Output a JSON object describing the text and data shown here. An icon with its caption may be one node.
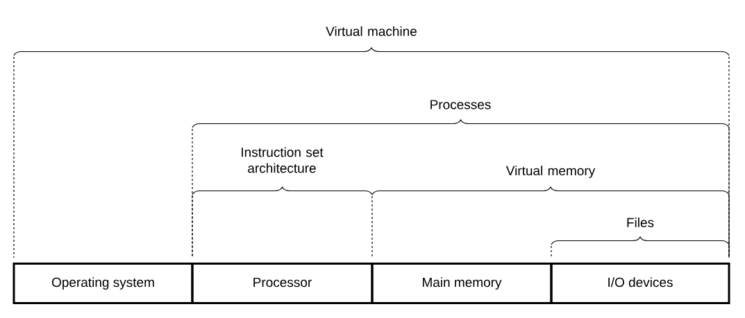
{
  "diagram": {
    "nodes": [
      {
        "text": [
          "Operating system"
        ]
      },
      {
        "text": [
          "Processor"
        ]
      },
      {
        "text": [
          "Main memory"
        ]
      },
      {
        "text": [
          "I/O devices"
        ]
      }
    ],
    "labels": [
      "Virtual machine",
      "Processes",
      "Instruction set architecture",
      "Virtual memory",
      "Files"
    ]
  }
}
